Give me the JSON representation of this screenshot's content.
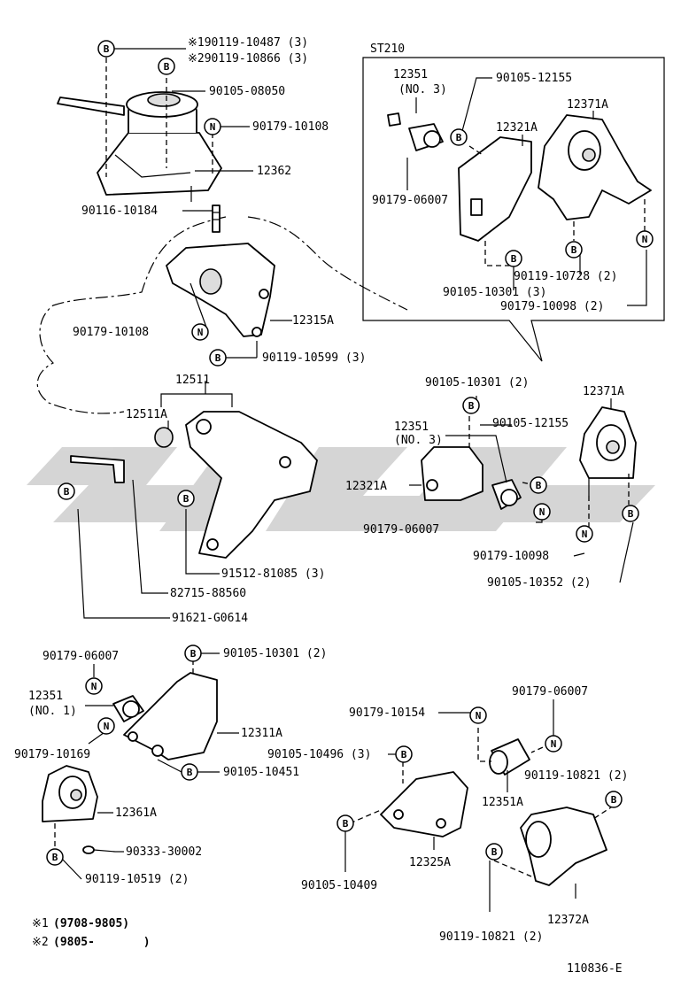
{
  "diagram_code": "110836-E",
  "inset_label": "ST210",
  "watermark_color": "#c8c8c8",
  "notes": [
    {
      "mark": "※1",
      "text": "(9708-9805)"
    },
    {
      "mark": "※2",
      "text": "(9805-       )"
    }
  ],
  "callouts": [
    {
      "id": "c1",
      "text": "※190119-10487 (3)"
    },
    {
      "id": "c2",
      "text": "※290119-10866 (3)"
    },
    {
      "id": "c3",
      "text": "90105-08050"
    },
    {
      "id": "c4",
      "text": "90179-10108"
    },
    {
      "id": "c5",
      "text": "12362"
    },
    {
      "id": "c6",
      "text": "90116-10184"
    },
    {
      "id": "c7",
      "text": "90179-10108"
    },
    {
      "id": "c8",
      "text": "12315A"
    },
    {
      "id": "c9",
      "text": "90119-10599 (3)"
    },
    {
      "id": "c10",
      "text": "12511"
    },
    {
      "id": "c11",
      "text": "12511A"
    },
    {
      "id": "c12",
      "text": "91512-81085 (3)"
    },
    {
      "id": "c13",
      "text": "82715-88560"
    },
    {
      "id": "c14",
      "text": "91621-G0614"
    },
    {
      "id": "c15",
      "text": "12351"
    },
    {
      "id": "c16",
      "text": "(NO. 3)"
    },
    {
      "id": "c17",
      "text": "90105-12155"
    },
    {
      "id": "c18",
      "text": "12321A"
    },
    {
      "id": "c19",
      "text": "12371A"
    },
    {
      "id": "c20",
      "text": "90179-06007"
    },
    {
      "id": "c21",
      "text": "90119-10728 (2)"
    },
    {
      "id": "c22",
      "text": "90105-10301 (3)"
    },
    {
      "id": "c23",
      "text": "90179-10098 (2)"
    },
    {
      "id": "c24",
      "text": "90105-10301 (2)"
    },
    {
      "id": "c25",
      "text": "12371A"
    },
    {
      "id": "c26",
      "text": "12351"
    },
    {
      "id": "c27",
      "text": "(NO. 3)"
    },
    {
      "id": "c28",
      "text": "90105-12155"
    },
    {
      "id": "c29",
      "text": "12321A"
    },
    {
      "id": "c30",
      "text": "90179-06007"
    },
    {
      "id": "c31",
      "text": "90179-10098"
    },
    {
      "id": "c32",
      "text": "90105-10352 (2)"
    },
    {
      "id": "c33",
      "text": "90179-06007"
    },
    {
      "id": "c34",
      "text": "90105-10301 (2)"
    },
    {
      "id": "c35",
      "text": "12351"
    },
    {
      "id": "c36",
      "text": "(NO. 1)"
    },
    {
      "id": "c37",
      "text": "12311A"
    },
    {
      "id": "c38",
      "text": "90179-10169"
    },
    {
      "id": "c39",
      "text": "90105-10451"
    },
    {
      "id": "c40",
      "text": "12361A"
    },
    {
      "id": "c41",
      "text": "90333-30002"
    },
    {
      "id": "c42",
      "text": "90119-10519 (2)"
    },
    {
      "id": "c43",
      "text": "90179-10154"
    },
    {
      "id": "c44",
      "text": "90179-06007"
    },
    {
      "id": "c45",
      "text": "90105-10496 (3)"
    },
    {
      "id": "c46",
      "text": "90119-10821 (2)"
    },
    {
      "id": "c47",
      "text": "12351A"
    },
    {
      "id": "c48",
      "text": "90105-10409"
    },
    {
      "id": "c49",
      "text": "12325A"
    },
    {
      "id": "c50",
      "text": "12372A"
    },
    {
      "id": "c51",
      "text": "90119-10821 (2)"
    }
  ],
  "badges": {
    "bolt": "B",
    "nut": "N"
  }
}
